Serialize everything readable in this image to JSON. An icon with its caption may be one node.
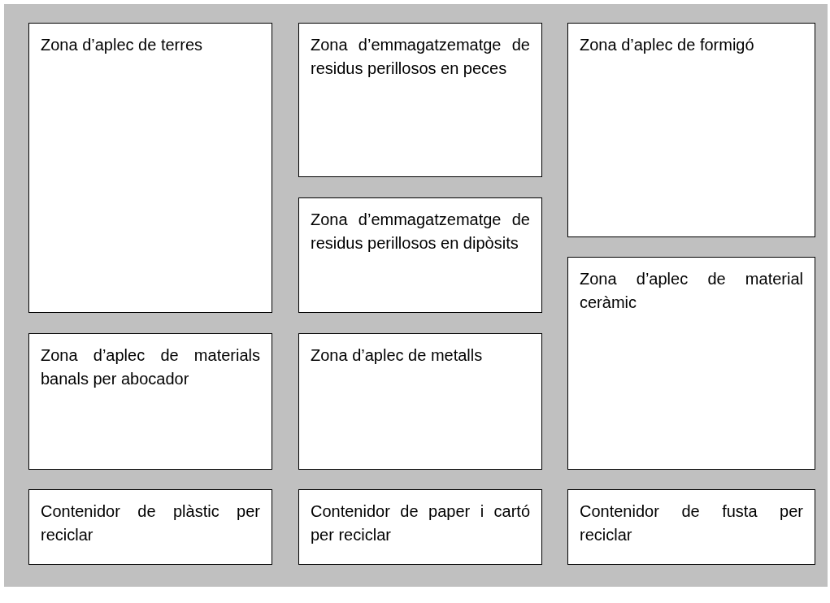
{
  "diagram": {
    "nodes": [
      {
        "text": [
          "Zona d’aplec de terres"
        ]
      },
      {
        "text": [
          "Zona d’emmagatzematge de residus perillosos en peces"
        ]
      },
      {
        "text": [
          "Zona d’aplec de formigó"
        ]
      },
      {
        "text": [
          "Zona d’emmagatzematge de residus perillosos en dipòsits"
        ]
      },
      {
        "text": [
          "Zona d’aplec de material ceràmic"
        ]
      },
      {
        "text": [
          "Zona d’aplec de materials banals per abocador"
        ]
      },
      {
        "text": [
          "Zona d’aplec de metalls"
        ]
      },
      {
        "text": [
          "Contenidor de plàstic per reciclar"
        ]
      },
      {
        "text": [
          "Contenidor de paper i cartó per reciclar"
        ]
      },
      {
        "text": [
          "Contenidor de fusta per reciclar"
        ]
      }
    ]
  }
}
